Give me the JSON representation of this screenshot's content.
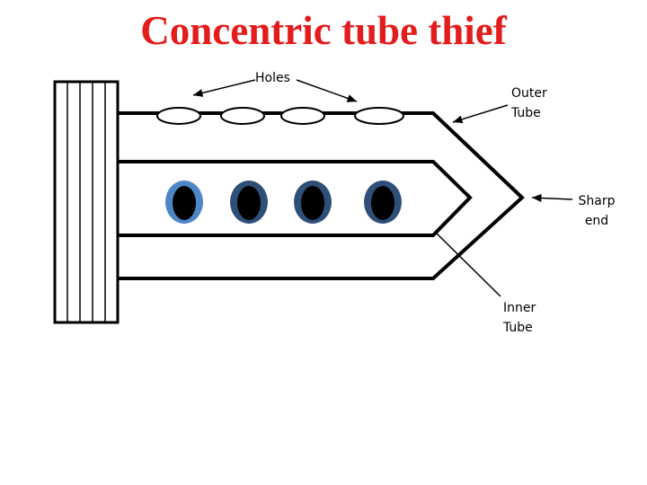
{
  "title": "Concentric tube thief",
  "labels": {
    "holes": "Holes",
    "outer_tube": [
      "Outer",
      "Tube"
    ],
    "sharp_end": [
      "Sharp",
      "end"
    ],
    "inner_tube": [
      "Inner",
      "Tube"
    ]
  },
  "colors": {
    "title": "#e31c1c",
    "stroke": "#000000",
    "hole_fill": "#000000",
    "hole_ring_light": "#4f86c6",
    "hole_ring_dark": "#2e4f78"
  }
}
